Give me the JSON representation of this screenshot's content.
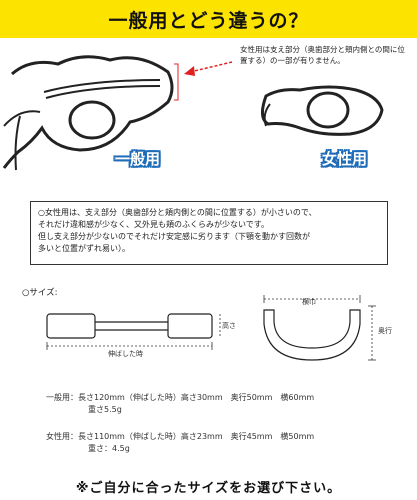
{
  "header": {
    "title": "一般用とどう違うの？",
    "bg_color": "#fde300"
  },
  "diagram": {
    "general_label": "一般用",
    "female_label": "女性用",
    "label_color": "#1e6cb8",
    "arrow_color": "#e02020",
    "female_note": "女性用は支え部分（奥歯部分と頬内側との間に位置する）の一部が有りません。"
  },
  "info_box": {
    "lines": [
      "○女性用は、支え部分（奥歯部分と頬内側との間に位置する）が小さいので、",
      "それだけ違和感が少なく、又外見も頬のふくらみが少ないです。",
      "但し支え部分が少ないのでそれだけ安定感に劣ります（下顎を動かす回数が",
      "多いと位置がずれ易い）。"
    ]
  },
  "size": {
    "heading": "○サイズ:",
    "height_label": "高さ",
    "stretched_label": "伸ばした時",
    "width_label": "横巾",
    "depth_label": "奥行"
  },
  "specs": {
    "general_line1": "一般用：長さ120mm（伸ばした時）高さ30mm　奥行50mm　横60mm",
    "general_line2": "重さ5.5g",
    "female_line1": "女性用：長さ110mm（伸ばした時）高さ23mm　奥行45mm　横50mm",
    "female_line2": "重さ：4.5g"
  },
  "footer": {
    "note": "※ご自分に合ったサイズをお選び下さい。"
  }
}
